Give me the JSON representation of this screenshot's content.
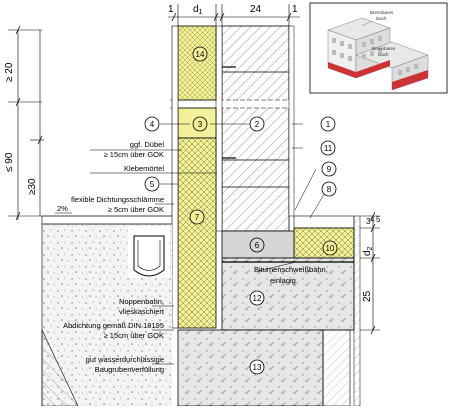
{
  "dimensions": {
    "top_1_left": "1",
    "top_d1": "d",
    "top_d1_sub": "1",
    "top_24": "24",
    "top_1_right": "1",
    "left_ge20": "≥ 20",
    "left_le90": "≤ 90",
    "left_ge30": "≥30",
    "right_3": "3",
    "right_4": "4",
    "right_5": "5",
    "right_d2": "d",
    "right_d2_sub": "2",
    "right_25": "25",
    "slope": "2%"
  },
  "callouts": [
    "1",
    "2",
    "3",
    "4",
    "5",
    "6",
    "7",
    "8",
    "9",
    "10",
    "11",
    "12",
    "13",
    "14"
  ],
  "labels": {
    "duebel_1": "ggf. Dübel",
    "duebel_2": "≥ 15cm über GOK",
    "klebemoertel": "Klebemörtel",
    "schlaemme_1": "flexible Dichtungsschlämme",
    "schlaemme_2": "≥ 5cm über GOK",
    "bitumen_1": "Bitumenschweißbahn,",
    "bitumen_2": "einlagig",
    "noppen_1": "Noppenbahn,",
    "noppen_2": "vlieskaschiert",
    "abdichtung_1": "Abdichtung gemäß DIN 18195",
    "abdichtung_2": "≥ 15cm über GOK",
    "verfuellung_1": "gut wasserdurchlässige",
    "verfuellung_2": "Baugrubenverfüllung"
  },
  "inset": {
    "label_a_1": "Brennbares",
    "label_a_2": "Dach",
    "label_b_1": "Brennbares",
    "label_b_2": "Dach"
  },
  "colors": {
    "insulation": "#f3f09a",
    "insulation_hatch": "#8c8a2e",
    "wall_hatch": "#555555",
    "gravel": "#f2f2f2",
    "concrete": "#d9d9d9",
    "inset_red": "#cc3333"
  }
}
